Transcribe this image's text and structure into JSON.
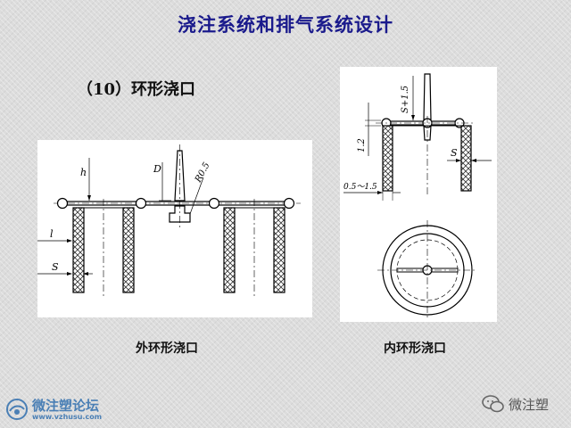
{
  "slide": {
    "title": "浇注系统和排气系统设计",
    "section_heading": "（10）环形浇口"
  },
  "figures": {
    "outer": {
      "caption": "外环形浇口",
      "labels": {
        "h": "h",
        "D": "D",
        "R": "R0.5",
        "l": "l",
        "S": "S"
      }
    },
    "inner": {
      "caption": "内环形浇口",
      "labels": {
        "s15": "S+1.5",
        "d12": "1.2",
        "S": "S",
        "range": "0.5～1.5"
      }
    }
  },
  "watermarks": {
    "left_name": "微注塑论坛",
    "left_url": "www.vzhusu.com",
    "right_name": "微注塑",
    "left_icon": "logo-icon",
    "right_icon": "wechat-icon"
  }
}
